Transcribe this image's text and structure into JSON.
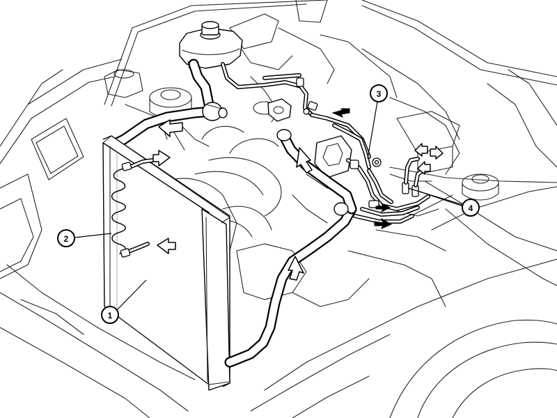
{
  "diagram": {
    "callouts": [
      {
        "label": "1",
        "target": "radiator"
      },
      {
        "label": "2",
        "target": "transmission-fluid-cooler"
      },
      {
        "label": "3",
        "target": "cooler-pipe-union"
      },
      {
        "label": "4",
        "target": "transmission-cooler-line-connections"
      }
    ],
    "flow_arrow_style": "outlined",
    "return_arrow_style": "solid"
  }
}
